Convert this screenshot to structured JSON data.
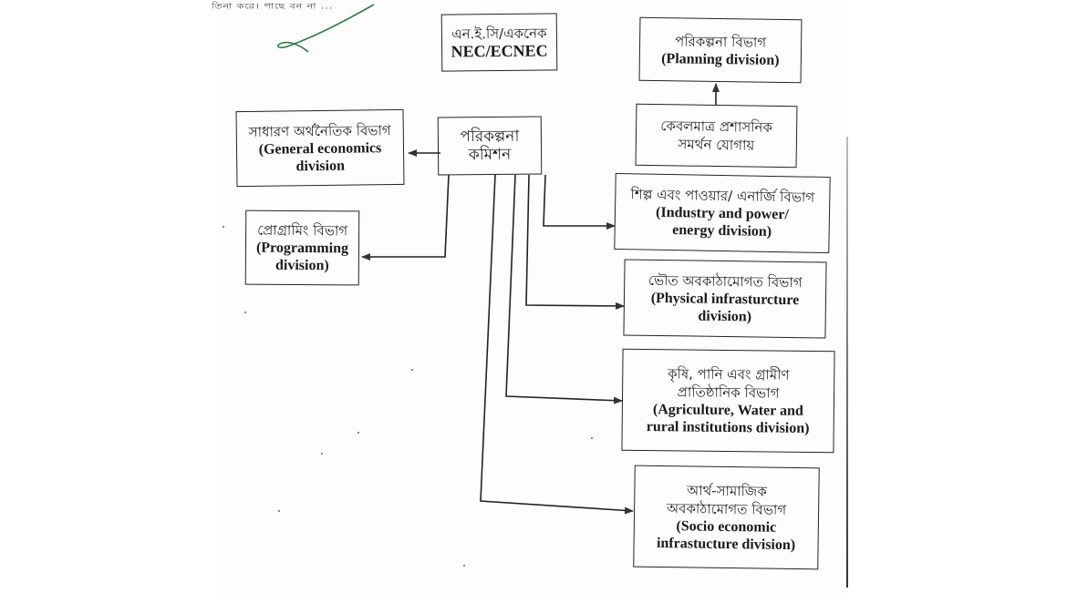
{
  "page": {
    "top_fragment": "তিনা করে। পাছে বন না ...",
    "ink_mark": "green-checkmark-scribble"
  },
  "diagram": {
    "title": "Planning Commission organizational structure",
    "nec": {
      "bn": "এন.ই.সি/একনেক",
      "en": "NEC/ECNEC"
    },
    "center": {
      "bn_line1": "পরিকল্পনা",
      "bn_line2": "কমিশন"
    },
    "planning_division": {
      "bn": "পরিকল্পনা বিভাগ",
      "en": "(Planning division)"
    },
    "admin_support": {
      "bn_line1": "কেবলমাত্র প্রশাসনিক",
      "bn_line2": "সমর্থন যোগায়"
    },
    "general_economics": {
      "bn": "সাধারণ অর্থনৈতিক বিভাগ",
      "en_line1": "(General economics",
      "en_line2": "division"
    },
    "programming": {
      "bn": "প্রোগ্রামিং বিভাগ",
      "en_line1": "(Programming",
      "en_line2": "division)"
    },
    "industry_power": {
      "bn": "শিল্প এবং পাওয়ার/ এনার্জি বিভাগ",
      "en_line1": "(Industry and power/",
      "en_line2": "energy division)"
    },
    "physical_infra": {
      "bn": "ভৌত অবকাঠামোগত বিভাগ",
      "en_line1": "(Physical infrasturcture",
      "en_line2": "division)"
    },
    "agriculture": {
      "bn_line1": "কৃষি, পানি এবং গ্রামীণ",
      "bn_line2": "প্রাতিষ্ঠানিক বিভাগ",
      "en_line1": "(Agriculture, Water and",
      "en_line2": "rural institutions division)"
    },
    "socio_economic": {
      "bn_line1": "আর্থ-সামাজিক",
      "bn_line2": "অবকাঠামোগত বিভাগ",
      "en_line1": "(Socio economic",
      "en_line2": "infrastucture division)"
    },
    "edges": [
      {
        "from": "center",
        "to": "general_economics"
      },
      {
        "from": "center",
        "to": "programming"
      },
      {
        "from": "center",
        "to": "industry_power"
      },
      {
        "from": "center",
        "to": "physical_infra"
      },
      {
        "from": "center",
        "to": "agriculture"
      },
      {
        "from": "center",
        "to": "socio_economic"
      },
      {
        "from": "admin_support",
        "to": "planning_division"
      }
    ]
  }
}
